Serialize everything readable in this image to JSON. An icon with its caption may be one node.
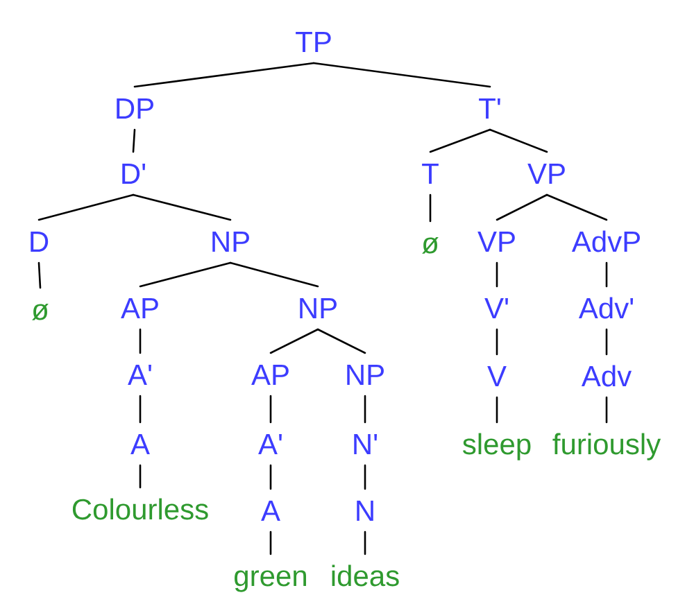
{
  "diagram": {
    "nodes": [
      {
        "text": [
          "TP"
        ]
      },
      {
        "text": [
          "DP"
        ]
      },
      {
        "text": [
          "T'"
        ]
      },
      {
        "text": [
          "D'"
        ]
      },
      {
        "text": [
          "T"
        ]
      },
      {
        "text": [
          "VP"
        ]
      },
      {
        "text": [
          "D"
        ]
      },
      {
        "text": [
          "NP"
        ]
      },
      {
        "text": [
          "ø"
        ]
      },
      {
        "text": [
          "VP"
        ]
      },
      {
        "text": [
          "AdvP"
        ]
      },
      {
        "text": [
          "ø"
        ]
      },
      {
        "text": [
          "AP"
        ]
      },
      {
        "text": [
          "NP"
        ]
      },
      {
        "text": [
          "V'"
        ]
      },
      {
        "text": [
          "Adv'"
        ]
      },
      {
        "text": [
          "A'"
        ]
      },
      {
        "text": [
          "AP"
        ]
      },
      {
        "text": [
          "NP"
        ]
      },
      {
        "text": [
          "V"
        ]
      },
      {
        "text": [
          "Adv"
        ]
      },
      {
        "text": [
          "A"
        ]
      },
      {
        "text": [
          "A'"
        ]
      },
      {
        "text": [
          "N'"
        ]
      },
      {
        "text": [
          "sleep"
        ]
      },
      {
        "text": [
          "furiously"
        ]
      },
      {
        "text": [
          "Colourless"
        ]
      },
      {
        "text": [
          "A"
        ]
      },
      {
        "text": [
          "N"
        ]
      },
      {
        "text": [
          "green"
        ]
      },
      {
        "text": [
          "ideas"
        ]
      }
    ],
    "edges": [
      {
        "from": 0,
        "to": 1,
        "arrow": "none"
      },
      {
        "from": 0,
        "to": 2,
        "arrow": "none"
      },
      {
        "from": 1,
        "to": 3,
        "arrow": "none"
      },
      {
        "from": 2,
        "to": 4,
        "arrow": "none"
      },
      {
        "from": 2,
        "to": 5,
        "arrow": "none"
      },
      {
        "from": 3,
        "to": 6,
        "arrow": "none"
      },
      {
        "from": 3,
        "to": 7,
        "arrow": "none"
      },
      {
        "from": 4,
        "to": 8,
        "arrow": "none"
      },
      {
        "from": 5,
        "to": 9,
        "arrow": "none"
      },
      {
        "from": 5,
        "to": 10,
        "arrow": "none"
      },
      {
        "from": 6,
        "to": 11,
        "arrow": "none"
      },
      {
        "from": 7,
        "to": 12,
        "arrow": "none"
      },
      {
        "from": 7,
        "to": 13,
        "arrow": "none"
      },
      {
        "from": 9,
        "to": 14,
        "arrow": "none"
      },
      {
        "from": 10,
        "to": 15,
        "arrow": "none"
      },
      {
        "from": 12,
        "to": 16,
        "arrow": "none"
      },
      {
        "from": 13,
        "to": 17,
        "arrow": "none"
      },
      {
        "from": 13,
        "to": 18,
        "arrow": "none"
      },
      {
        "from": 14,
        "to": 19,
        "arrow": "none"
      },
      {
        "from": 15,
        "to": 20,
        "arrow": "none"
      },
      {
        "from": 16,
        "to": 21,
        "arrow": "none"
      },
      {
        "from": 17,
        "to": 22,
        "arrow": "none"
      },
      {
        "from": 18,
        "to": 23,
        "arrow": "none"
      },
      {
        "from": 19,
        "to": 24,
        "arrow": "none"
      },
      {
        "from": 20,
        "to": 25,
        "arrow": "none"
      },
      {
        "from": 21,
        "to": 26,
        "arrow": "none"
      },
      {
        "from": 22,
        "to": 27,
        "arrow": "none"
      },
      {
        "from": 23,
        "to": 28,
        "arrow": "none"
      },
      {
        "from": 27,
        "to": 29,
        "arrow": "none"
      },
      {
        "from": 28,
        "to": 30,
        "arrow": "none"
      }
    ]
  }
}
